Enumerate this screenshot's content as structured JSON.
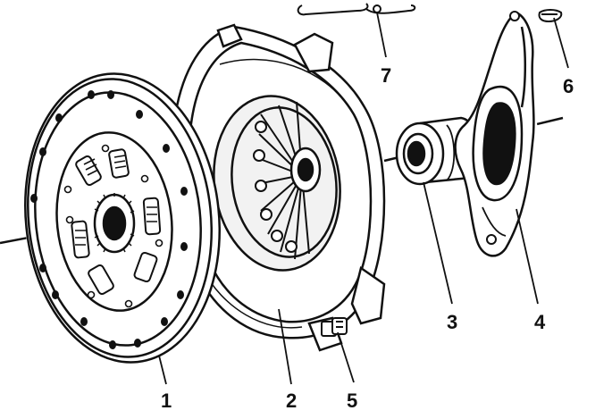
{
  "diagram": {
    "parts": [
      {
        "id": "clutch-disc",
        "label": "1"
      },
      {
        "id": "pressure-plate",
        "label": "2"
      },
      {
        "id": "release-bearing",
        "label": "3"
      },
      {
        "id": "release-fork",
        "label": "4"
      },
      {
        "id": "bolt",
        "label": "5"
      },
      {
        "id": "pivot-pin",
        "label": "6"
      },
      {
        "id": "retaining-spring",
        "label": "7"
      }
    ]
  },
  "colors": {
    "ink": "#111111",
    "paper": "#ffffff",
    "shade": "#8a8a8a"
  }
}
